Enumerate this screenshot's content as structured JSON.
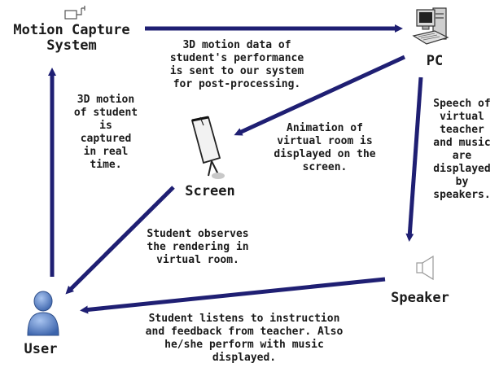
{
  "colors": {
    "arrow": "#1f1f73",
    "text": "#1a1a1a",
    "user_icon": "#5f86c8"
  },
  "nodes": {
    "motion_capture": "Motion Capture\nSystem",
    "pc": "PC",
    "screen": "Screen",
    "speaker": "Speaker",
    "user": "User"
  },
  "captions": {
    "capture_to_pc": "3D motion data of\nstudent's performance\nis sent to our system\nfor post-processing.",
    "user_to_capture": "3D motion\nof student\nis\ncaptured\nin real\ntime.",
    "pc_to_screen": "Animation of\nvirtual room is\ndisplayed on the\nscreen.",
    "pc_to_speaker": "Speech of\nvirtual\nteacher\nand music\nare\ndisplayed\nby\nspeakers.",
    "screen_to_user": "Student observes\nthe rendering in\nvirtual room.",
    "speaker_to_user": "Student listens to instruction\nand feedback from teacher. Also\nhe/she perform with music\ndisplayed."
  },
  "icons": [
    "motion-capture-icon",
    "computer-icon",
    "projection-screen-icon",
    "speaker-icon",
    "user-icon"
  ]
}
